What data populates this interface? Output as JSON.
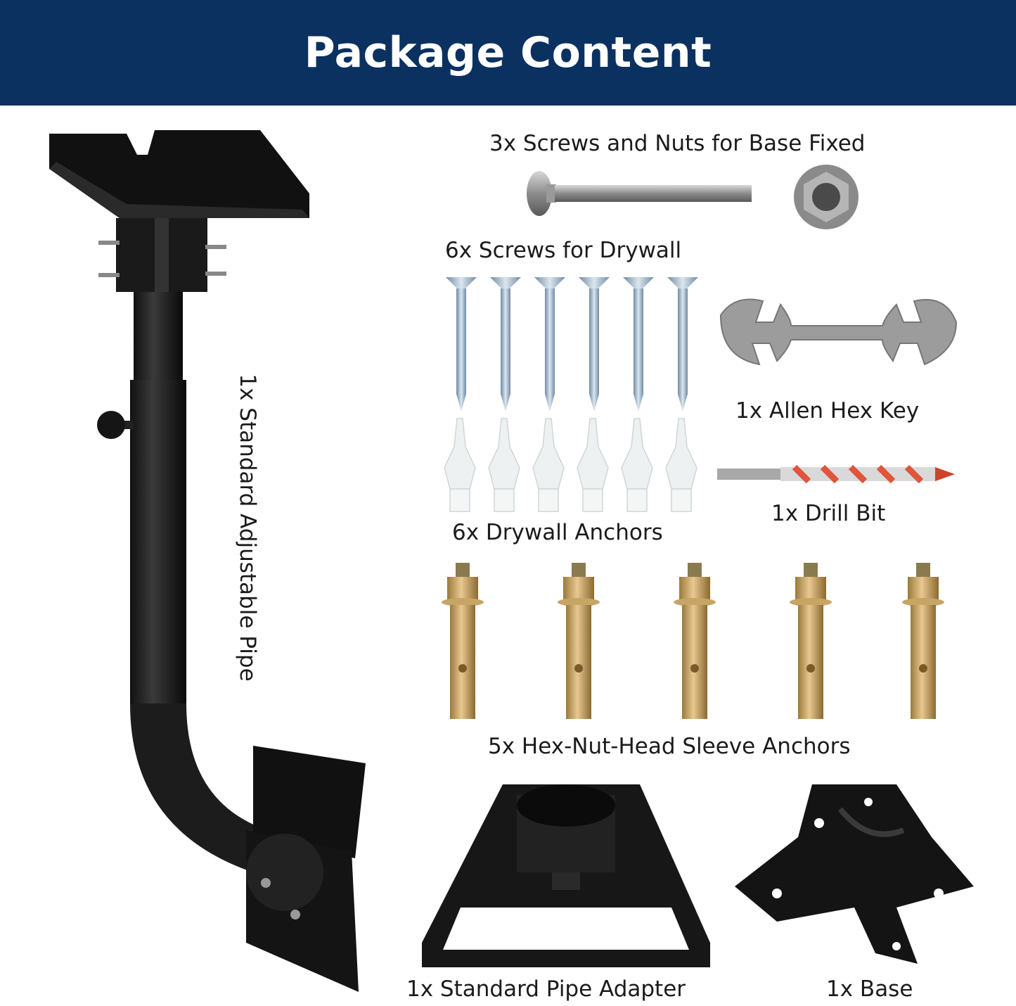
{
  "header": {
    "title": "Package Content",
    "background": "#0b3160"
  },
  "items": {
    "pipe": {
      "label": "1x Standard Adjustable Pipe"
    },
    "screws_nuts": {
      "label": "3x Screws and Nuts for Base Fixed"
    },
    "drywall_screws": {
      "label": "6x Screws for Drywall"
    },
    "hex_key": {
      "label": "1x Allen Hex Key"
    },
    "drywall_anchors": {
      "label": "6x Drywall Anchors"
    },
    "drill_bit": {
      "label": "1x Drill Bit"
    },
    "sleeve_anchors": {
      "label": "5x Hex-Nut-Head Sleeve Anchors"
    },
    "pipe_adapter": {
      "label": "1x Standard Pipe Adapter"
    },
    "base": {
      "label": "1x Base"
    }
  }
}
